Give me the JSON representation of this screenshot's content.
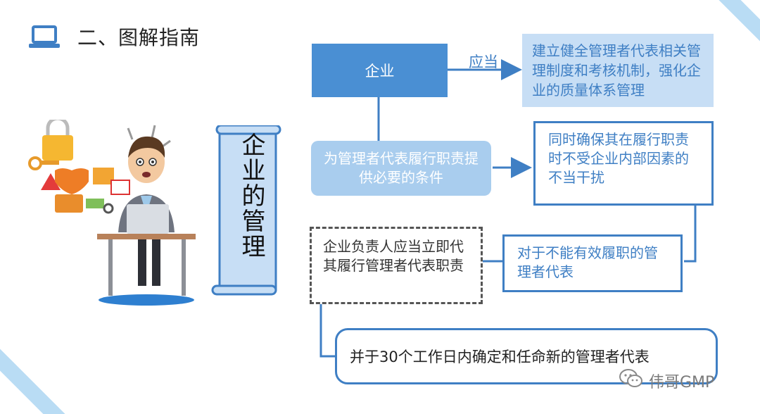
{
  "section_title": "二、图解指南",
  "scroll_title": "企业的管理",
  "nodes": {
    "enterprise": "企业",
    "duty_label": "应当",
    "establish": "建立健全管理者代表相关管理制度和考核机制，强化企业的质量体系管理",
    "provide": "为管理者代表履行职责提供必要的条件",
    "ensure": "同时确保其在履行职责时不受企业内部因素的不当干扰",
    "cannot_perform": "对于不能有效履职的管理者代表",
    "responsible_person": "企业负责人应当立即代其履行管理者代表职责",
    "appoint_new": "并于30个工作日内确定和任命新的管理者代表"
  },
  "watermark": "伟哥GMP",
  "icons": [
    "laptop-icon",
    "wechat-icon"
  ],
  "colors": {
    "primary_blue": "#4a8fd3",
    "light_blue": "#c7def5",
    "outline_blue": "#3f7fc4",
    "stripe": "#b9dcf4"
  }
}
